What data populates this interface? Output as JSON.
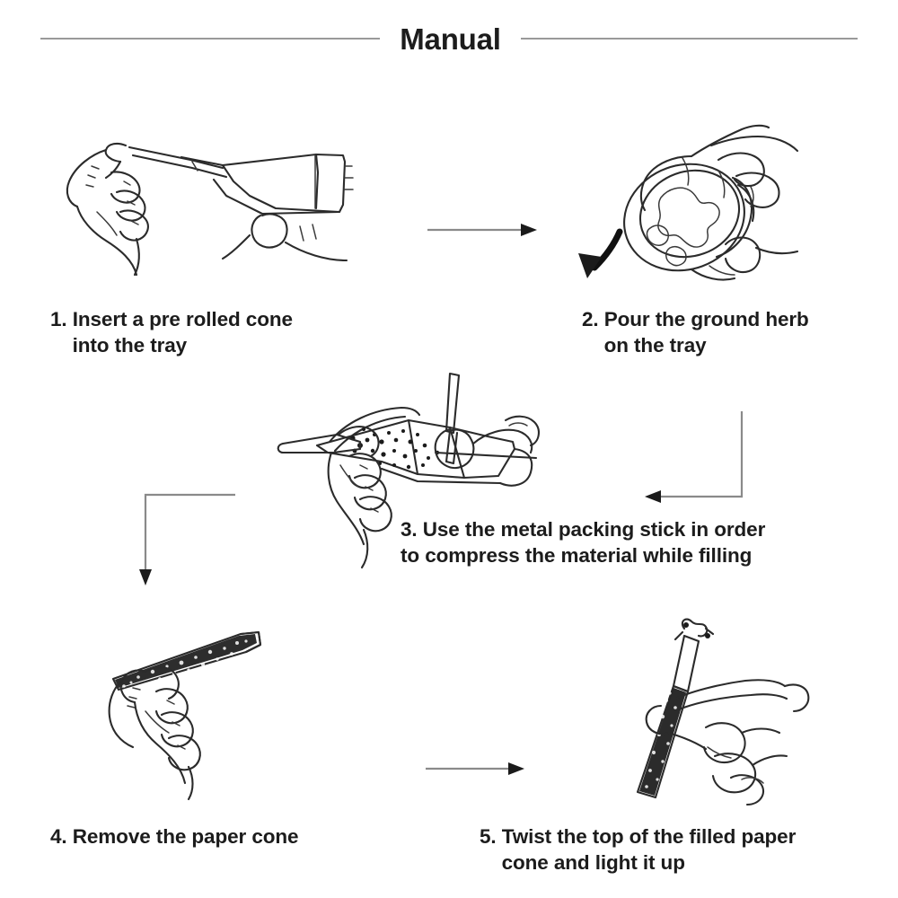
{
  "document": {
    "title": "Manual",
    "background_color": "#ffffff",
    "text_color": "#1c1c1c",
    "rule_color": "#999999",
    "arrow_color": "#8a8a8a",
    "line_art_color": "#2b2b2b"
  },
  "steps": [
    {
      "number": "1.",
      "line1": "1. Insert a pre rolled cone",
      "line2": "    into the tray",
      "full_text": "1. Insert a pre rolled cone into the tray",
      "illustration": "hand-inserting-cone-into-tray"
    },
    {
      "number": "2.",
      "line1": "2. Pour the ground herb",
      "line2": "    on the tray",
      "full_text": "2. Pour the ground herb on the tray",
      "illustration": "hand-pouring-grinder-onto-tray"
    },
    {
      "number": "3.",
      "line1": "3. Use the metal packing stick in order",
      "line2": "to compress the material while filling",
      "full_text": "3. Use the metal packing stick in order to compress the material while filling",
      "illustration": "hands-packing-cone-with-stick"
    },
    {
      "number": "4.",
      "line1": "4. Remove the paper cone",
      "line2": "",
      "full_text": "4. Remove the paper cone",
      "illustration": "hand-holding-filled-cone-horizontal"
    },
    {
      "number": "5.",
      "line1": "5. Twist the top of the filled paper",
      "line2": "    cone and light it up",
      "full_text": "5. Twist the top of the filled paper cone and light it up",
      "illustration": "hand-twisting-top-of-filled-cone"
    }
  ],
  "connectors": [
    {
      "name": "arrow-step1-to-step2",
      "shape": "straight-right"
    },
    {
      "name": "arrow-step2-to-step3",
      "shape": "elbow-down-left"
    },
    {
      "name": "arrow-step3-to-step4",
      "shape": "elbow-left-down"
    },
    {
      "name": "arrow-step4-to-step5",
      "shape": "straight-right"
    },
    {
      "name": "arrow-pour-direction",
      "shape": "curved-down-left"
    }
  ]
}
